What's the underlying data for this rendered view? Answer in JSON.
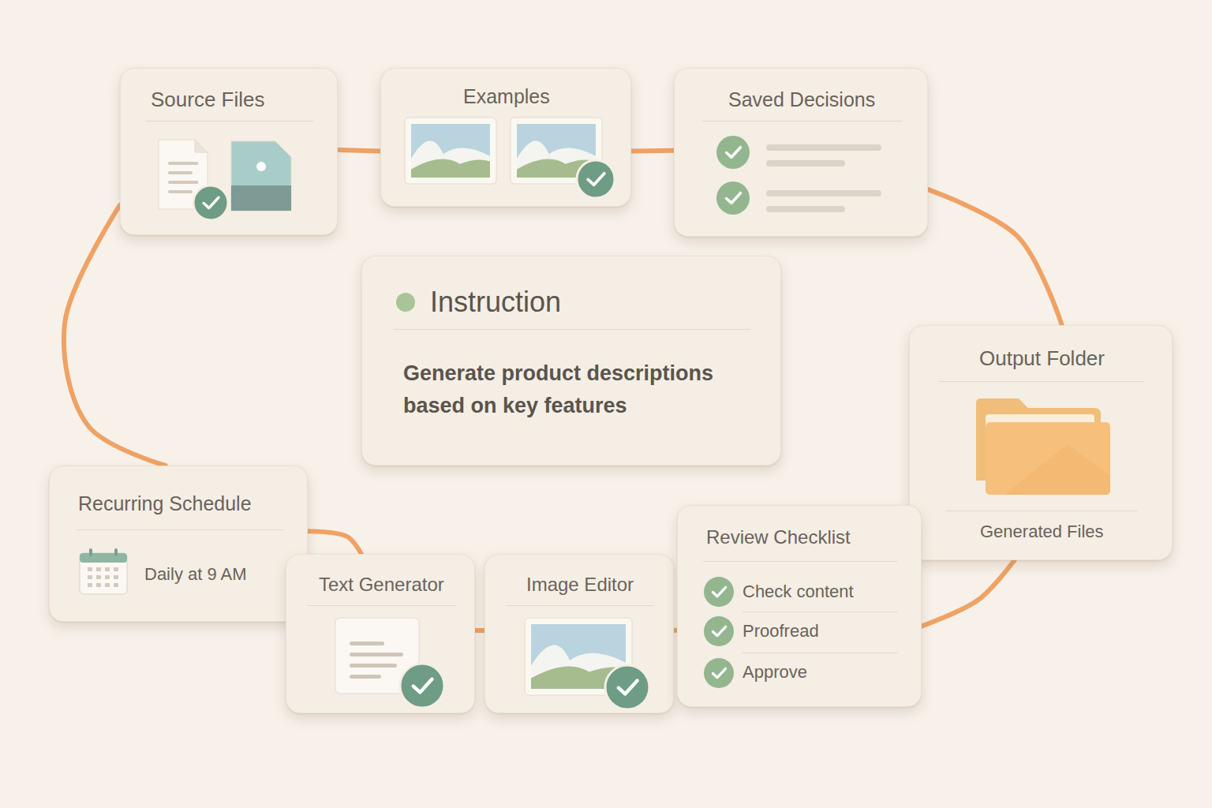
{
  "diagram": {
    "nodes": [
      {
        "text": [
          "Source Files"
        ]
      },
      {
        "text": [
          "Examples"
        ]
      },
      {
        "text": [
          "Saved Decisions"
        ]
      },
      {
        "text": [
          "Instruction",
          "Generate product descriptions based on key features"
        ]
      },
      {
        "text": [
          "Output Folder",
          "Generated Files"
        ]
      },
      {
        "text": [
          "Recurring Schedule",
          "Daily at 9 AM"
        ]
      },
      {
        "text": [
          "Text Generator"
        ]
      },
      {
        "text": [
          "Image Editor"
        ]
      },
      {
        "text": [
          "Review Checklist",
          "Check content",
          "Proofread",
          "Approve"
        ]
      }
    ],
    "edges": [
      {
        "from": 0,
        "to": 1,
        "arrow": "none"
      },
      {
        "from": 1,
        "to": 2,
        "arrow": "none"
      },
      {
        "from": 2,
        "to": 4,
        "arrow": "none"
      },
      {
        "from": 4,
        "to": 8,
        "arrow": "none"
      },
      {
        "from": 8,
        "to": 7,
        "arrow": "none"
      },
      {
        "from": 7,
        "to": 6,
        "arrow": "none"
      },
      {
        "from": 6,
        "to": 5,
        "arrow": "none"
      },
      {
        "from": 5,
        "to": 0,
        "arrow": "none"
      }
    ]
  }
}
